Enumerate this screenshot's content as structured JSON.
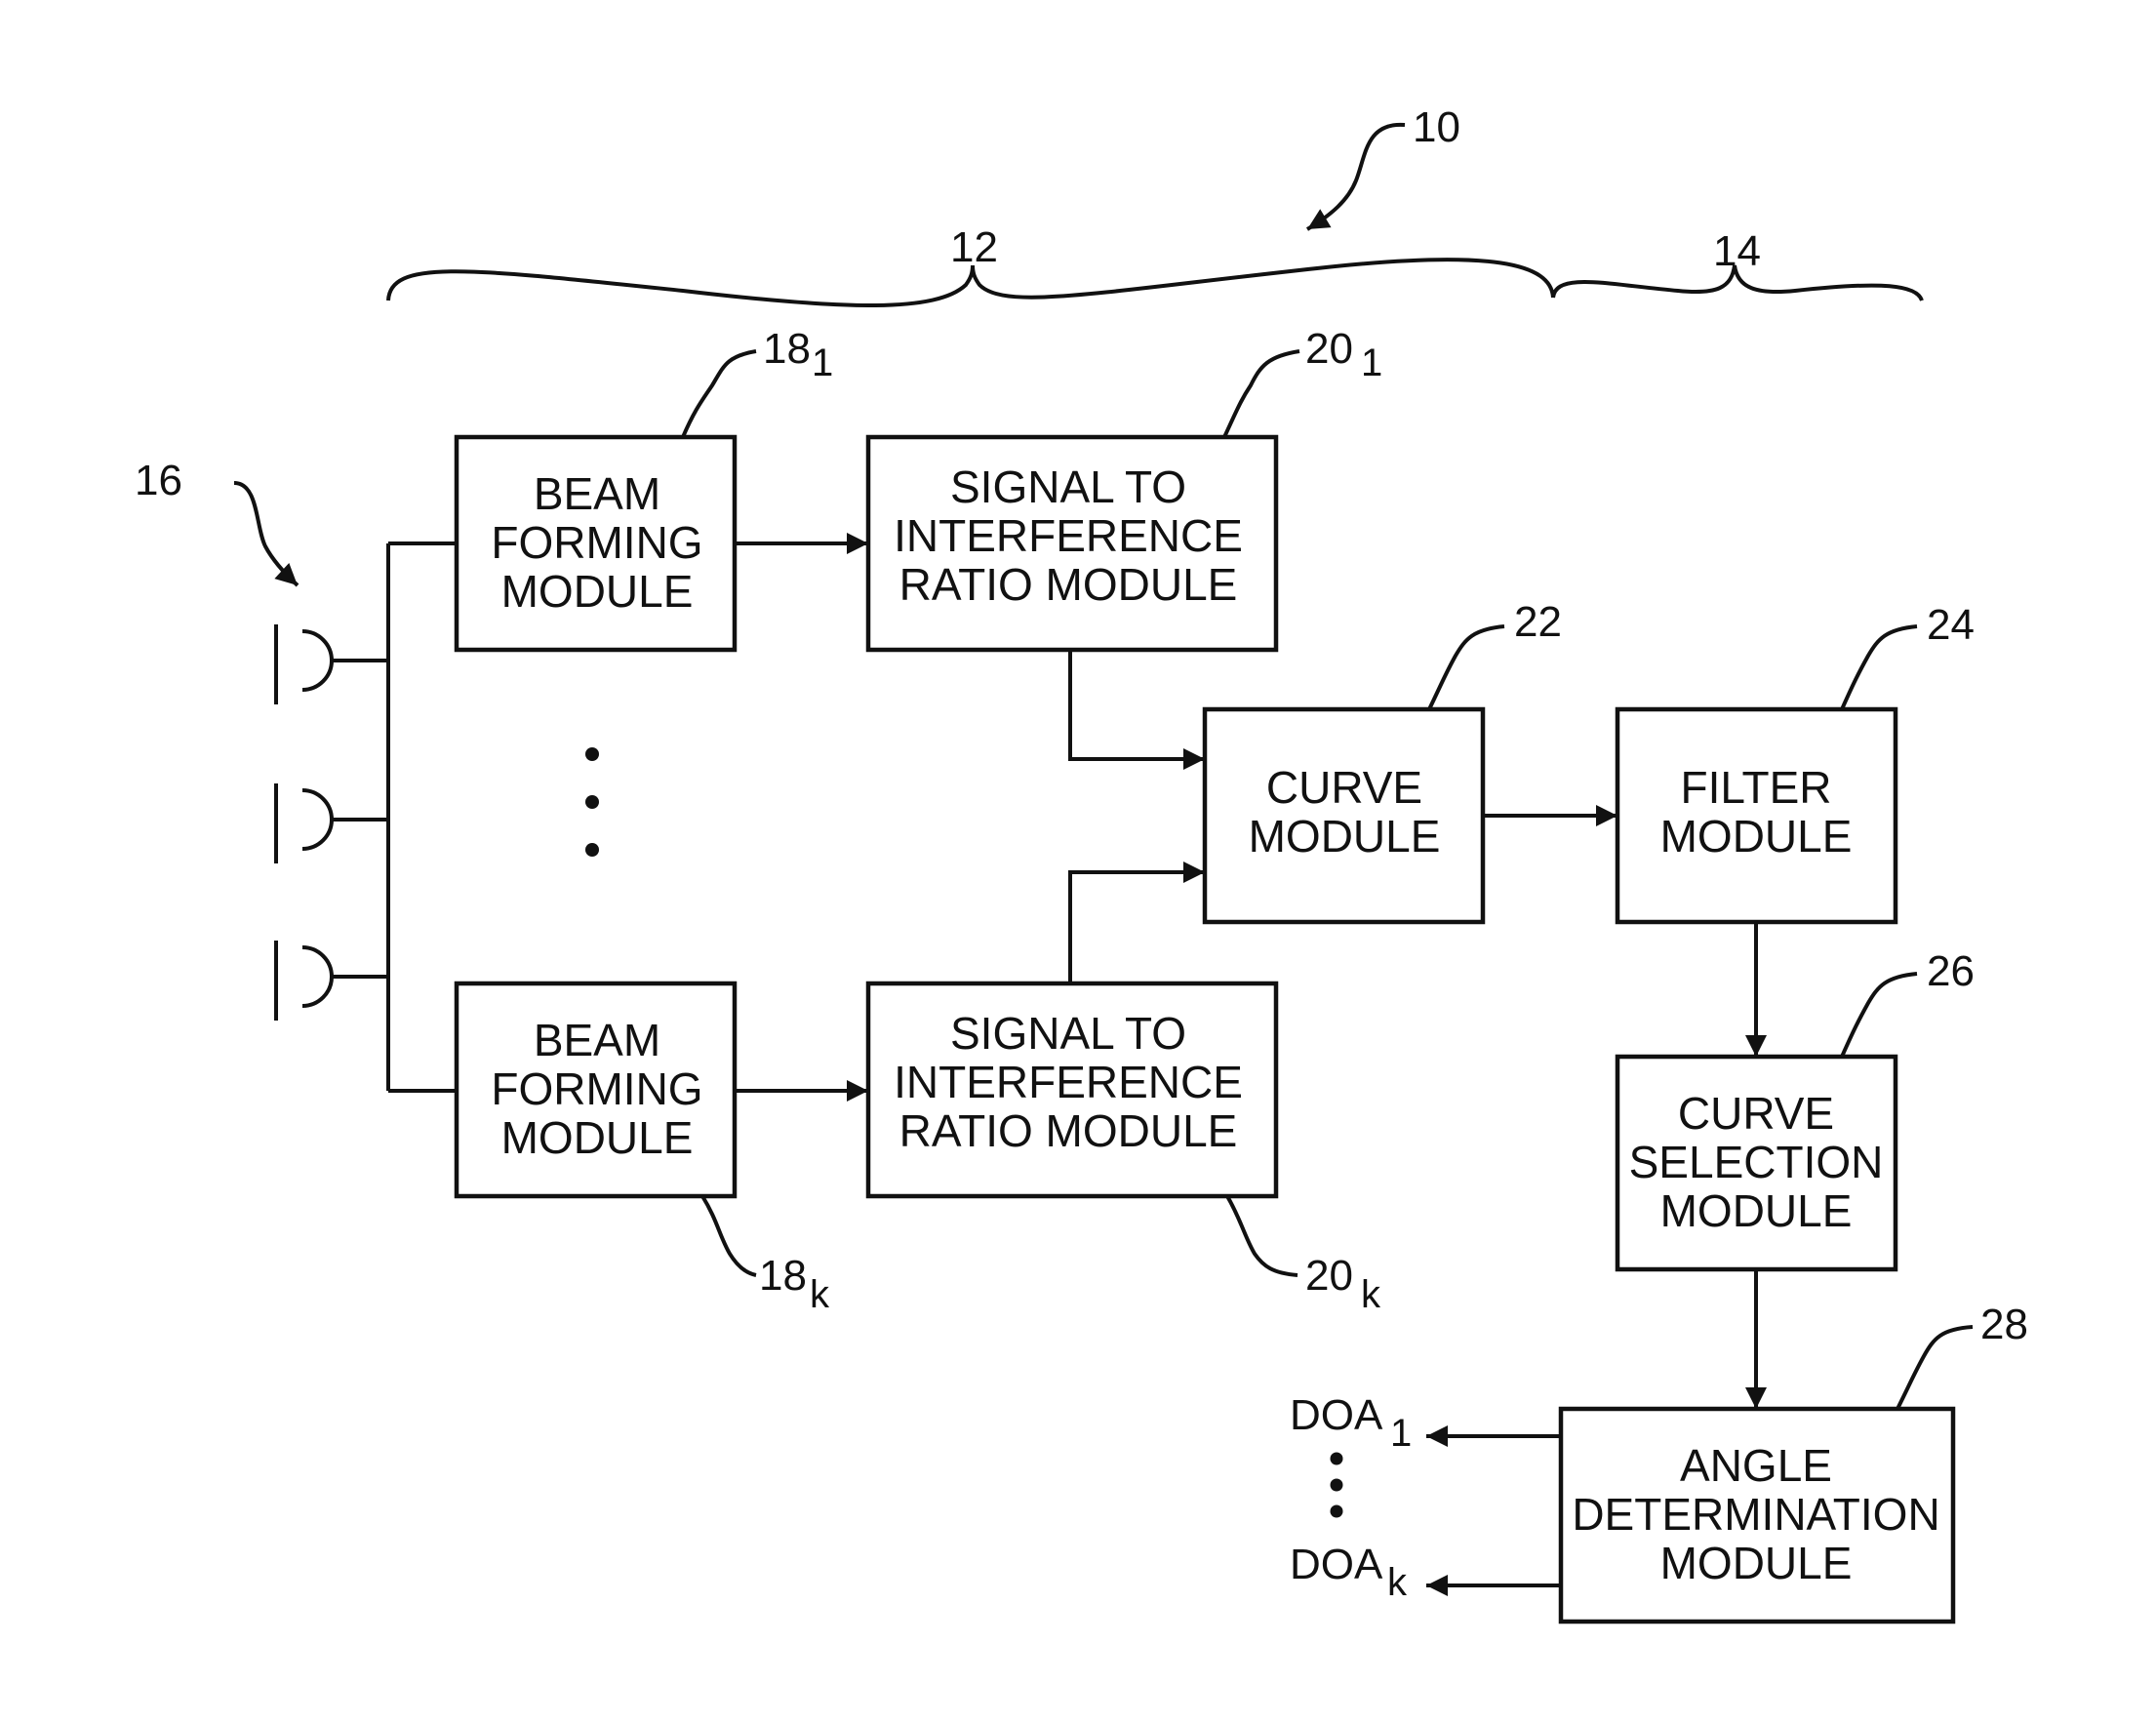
{
  "blocks": {
    "bf1": [
      "BEAM",
      "FORMING",
      "MODULE"
    ],
    "bfk": [
      "BEAM",
      "FORMING",
      "MODULE"
    ],
    "sir1": [
      "SIGNAL TO",
      "INTERFERENCE",
      "RATIO MODULE"
    ],
    "sirk": [
      "SIGNAL TO",
      "INTERFERENCE",
      "RATIO MODULE"
    ],
    "curve": [
      "CURVE",
      "MODULE"
    ],
    "filter": [
      "FILTER",
      "MODULE"
    ],
    "selection": [
      "CURVE",
      "SELECTION",
      "MODULE"
    ],
    "angle": [
      "ANGLE",
      "DETERMINATION",
      "MODULE"
    ]
  },
  "refs": {
    "system": "10",
    "group_a": "12",
    "group_b": "14",
    "mics": "16",
    "bf1": "18",
    "bf1_sub": "1",
    "bfk": "18",
    "bfk_sub": "k",
    "sir1": "20",
    "sir1_sub": "1",
    "sirk": "20",
    "sirk_sub": "k",
    "curve": "22",
    "filter": "24",
    "selection": "26",
    "angle": "28"
  },
  "outputs": {
    "doa1": "DOA",
    "doa1_sub": "1",
    "doak": "DOA",
    "doak_sub": "k"
  }
}
